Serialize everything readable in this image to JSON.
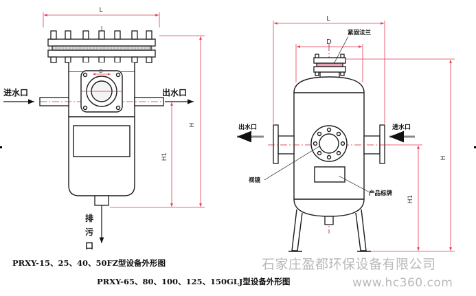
{
  "left_drawing": {
    "dim_width": "L",
    "dim_diameter": "D",
    "dim_height": "H",
    "dim_height_lower": "H1",
    "inlet_label": "进水口",
    "outlet_label": "出水口",
    "drain_label": [
      "排",
      "污",
      "口"
    ],
    "caption": "PRXY-15、25、40、50FZ型设备外形图"
  },
  "right_drawing": {
    "dim_width": "L",
    "dim_diameter": "D",
    "dim_height": "H",
    "dim_height_lower": "H1",
    "flange_label": "紧固法兰",
    "outlet_label": "出水口",
    "inlet_label": "进水口",
    "sight_glass_label": "视镜",
    "nameplate_label": "产品标牌",
    "caption": "PRXY-65、80、100、125、150GLJ型设备外形图"
  },
  "watermark": {
    "company": "石家庄盈都环保设备有限公司",
    "site": "www.hc360.com"
  },
  "colors": {
    "outline": "#1a1a1a",
    "dimension": "#e23a4f",
    "center_line": "#d8202e",
    "watermark": "#b9b9b9"
  }
}
